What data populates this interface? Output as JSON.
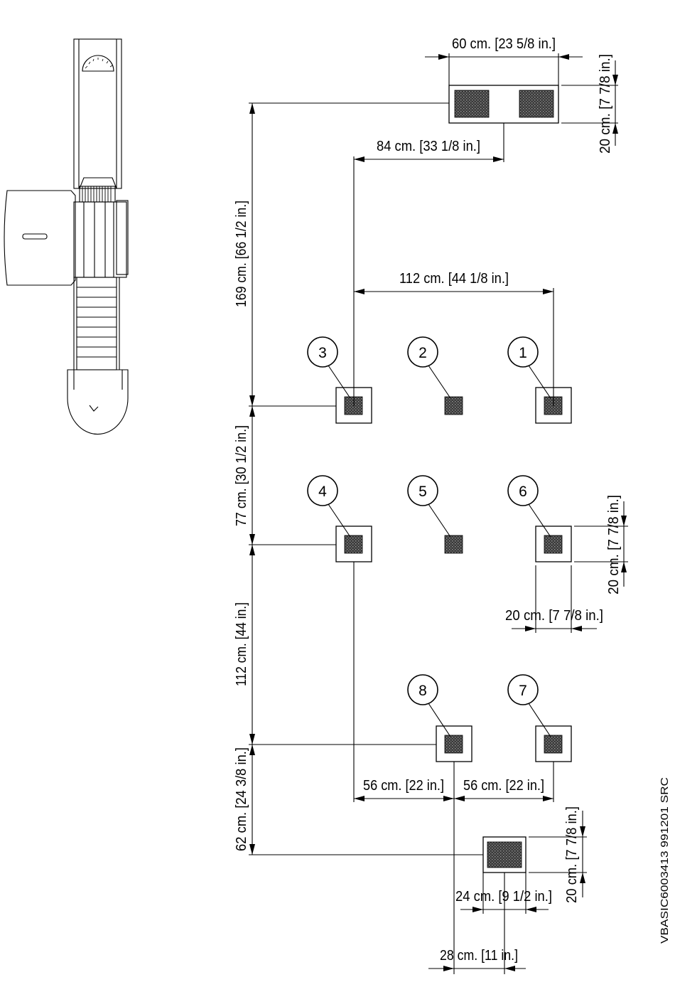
{
  "drawing": {
    "doc_ref": "VBASIC6003413  991201  SRC"
  },
  "footings": [
    {
      "label": "1"
    },
    {
      "label": "2"
    },
    {
      "label": "3"
    },
    {
      "label": "4"
    },
    {
      "label": "5"
    },
    {
      "label": "6"
    },
    {
      "label": "7"
    },
    {
      "label": "8"
    }
  ],
  "dimensions": {
    "top_anchor_width": "60 cm. [23 5/8 in.]",
    "top_anchor_depth": "20 cm. [7 7/8 in.]",
    "top_anchor_offset": "84 cm. [33 1/8 in.]",
    "row_width": "112 cm. [44 1/8 in.]",
    "top_to_row1": "169 cm. [66 1/2 in.]",
    "row1_to_row2": "77 cm. [30 1/2 in.]",
    "row2_to_row3": "112 cm. [44 in.]",
    "row3_to_bottom": "62 cm. [24 3/8 in.]",
    "pad6_height": "20 cm. [7 7/8 in.]",
    "pad6_width": "20 cm. [7 7/8 in.]",
    "row3_spacing_left": "56 cm. [22 in.]",
    "row3_spacing_right": "56 cm. [22 in.]",
    "bottom_anchor_depth": "20 cm. [7 7/8 in.]",
    "bottom_anchor_width": "24 cm. [9 1/2 in.]",
    "bottom_anchor_offset": "28 cm. [11 in.]"
  }
}
